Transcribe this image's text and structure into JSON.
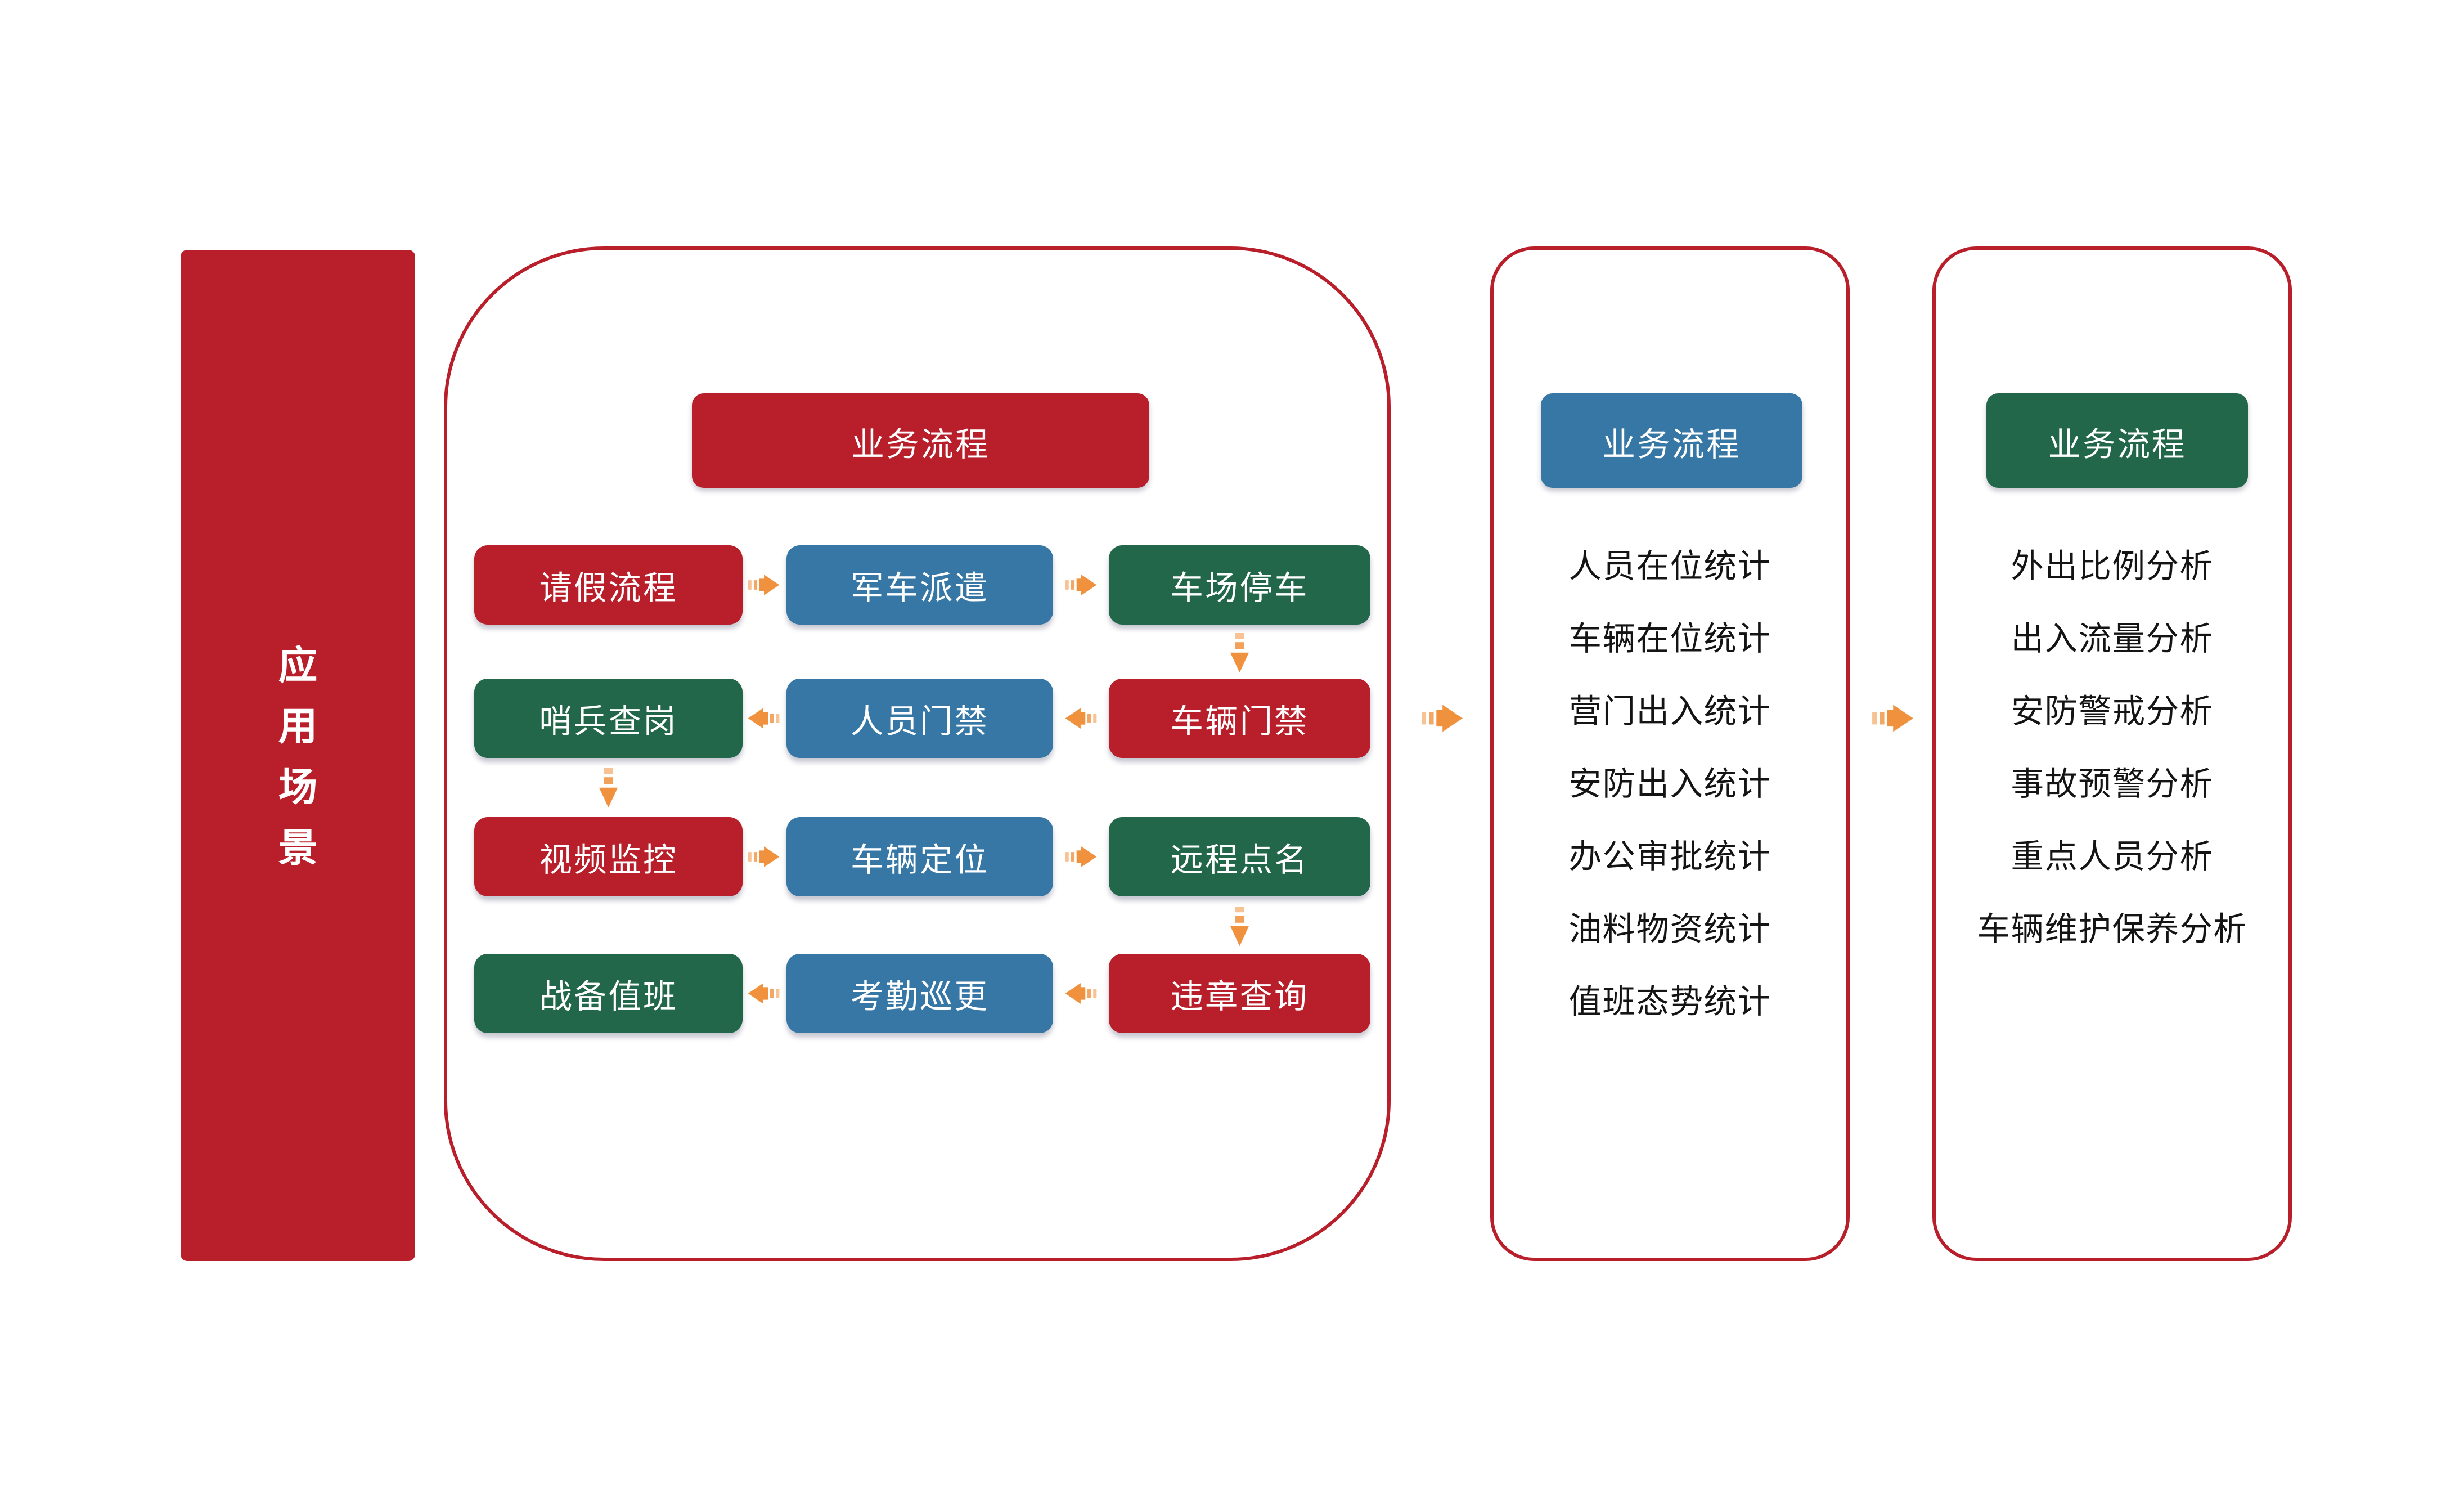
{
  "colors": {
    "red": "#B91F2B",
    "blue": "#3677A5",
    "green": "#226749",
    "orange": "#F0913E",
    "panel_border": "#B91F2B",
    "list_text": "#141414"
  },
  "sidebar": {
    "label": "应用场景",
    "chars": [
      "应",
      "用",
      "场",
      "景"
    ]
  },
  "main_panel": {
    "header": {
      "label": "业务流程",
      "color": "red"
    },
    "rows": [
      {
        "direction": "right",
        "cells": [
          {
            "label": "请假流程",
            "color": "red"
          },
          {
            "label": "军车派遣",
            "color": "blue"
          },
          {
            "label": "车场停车",
            "color": "green"
          }
        ]
      },
      {
        "direction": "left",
        "cells": [
          {
            "label": "哨兵查岗",
            "color": "green"
          },
          {
            "label": "人员门禁",
            "color": "blue"
          },
          {
            "label": "车辆门禁",
            "color": "red"
          }
        ]
      },
      {
        "direction": "right",
        "cells": [
          {
            "label": "视频监控",
            "color": "red"
          },
          {
            "label": "车辆定位",
            "color": "blue"
          },
          {
            "label": "远程点名",
            "color": "green"
          }
        ]
      },
      {
        "direction": "left",
        "cells": [
          {
            "label": "战备值班",
            "color": "green"
          },
          {
            "label": "考勤巡更",
            "color": "blue"
          },
          {
            "label": "违章查询",
            "color": "red"
          }
        ]
      }
    ]
  },
  "stats_panel": {
    "header": {
      "label": "业务流程",
      "color": "blue"
    },
    "items": [
      "人员在位统计",
      "车辆在位统计",
      "营门出入统计",
      "安防出入统计",
      "办公审批统计",
      "油料物资统计",
      "值班态势统计"
    ]
  },
  "analysis_panel": {
    "header": {
      "label": "业务流程",
      "color": "green"
    },
    "items": [
      "外出比例分析",
      "出入流量分析",
      "安防警戒分析",
      "事故预警分析",
      "重点人员分析",
      "车辆维护保养分析"
    ]
  }
}
